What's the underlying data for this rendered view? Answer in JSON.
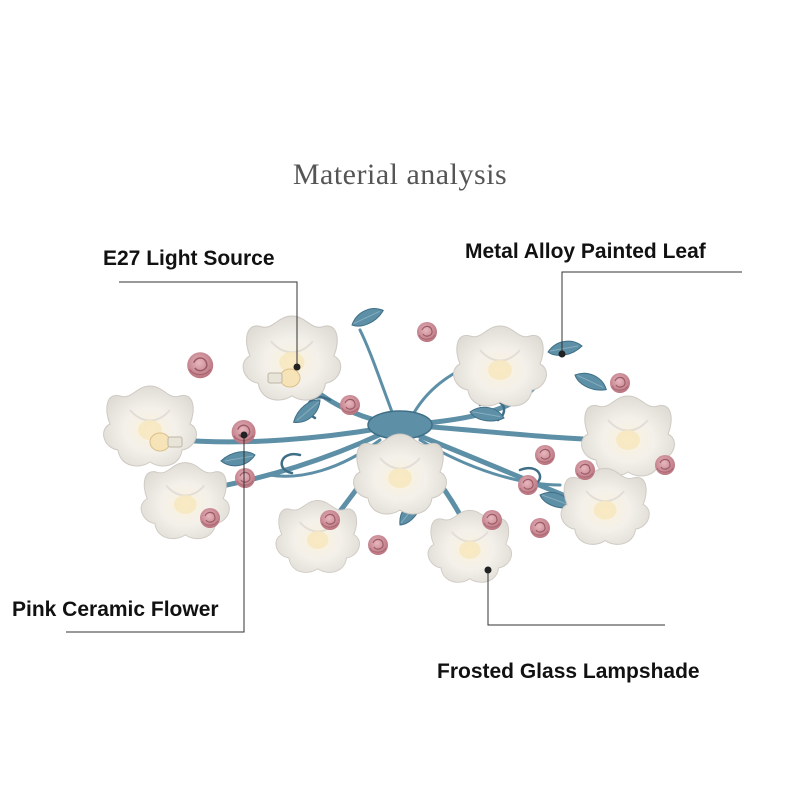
{
  "title": "Material analysis",
  "labels": {
    "light_source": "E27 Light Source",
    "leaf": "Metal Alloy Painted Leaf",
    "flower": "Pink Ceramic Flower",
    "lampshade": "Frosted Glass Lampshade"
  },
  "colors": {
    "metal": "#5d8fa6",
    "metal_dark": "#3f6f87",
    "ceramic_pink": "#d49aa4",
    "glass": "#f3f1ee",
    "bulb_glow": "#f6e3b8",
    "line": "#333333"
  }
}
